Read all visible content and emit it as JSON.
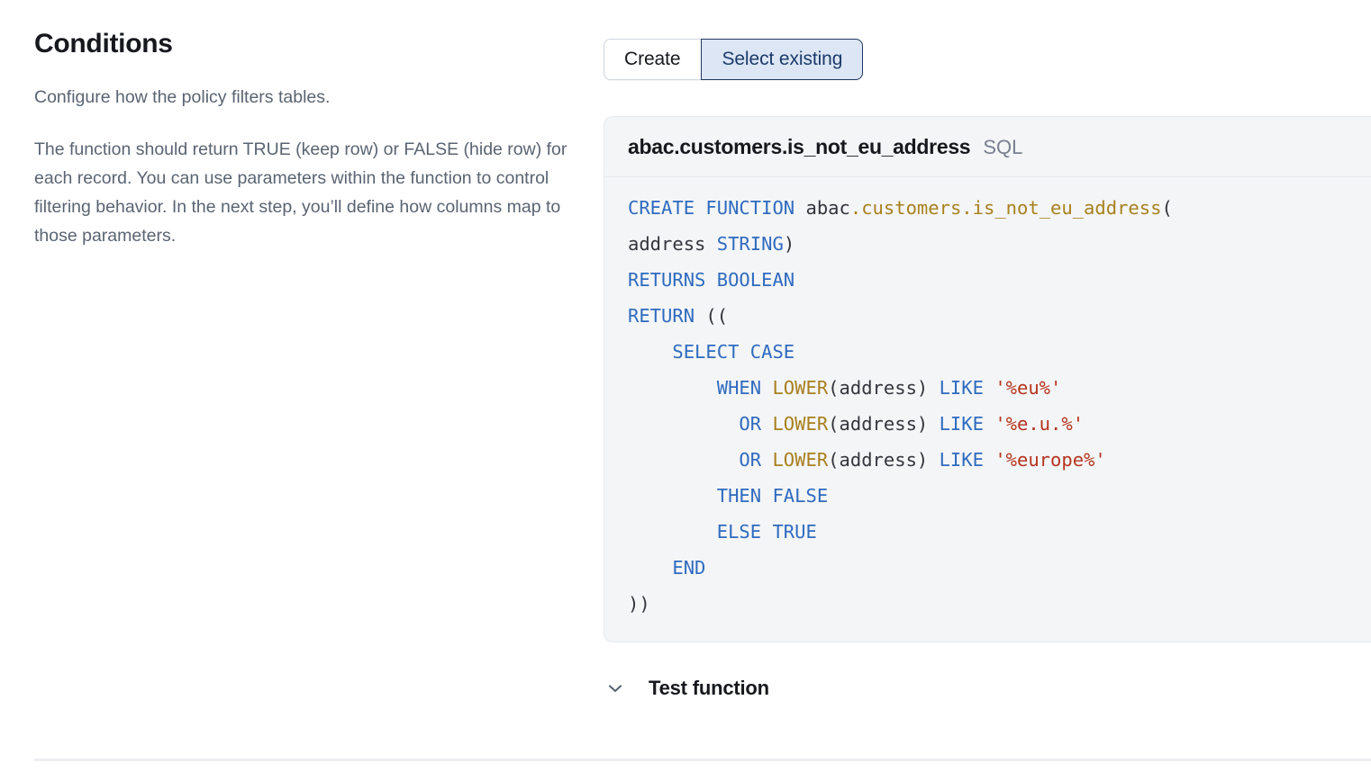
{
  "left": {
    "title": "Conditions",
    "lead": "Configure how the policy filters tables.",
    "body": "The function should return TRUE (keep row) or FALSE (hide row) for each record. You can use parameters within the function to control filtering behavior. In the next step, you’ll define how columns map to those parameters."
  },
  "toggle": {
    "options": [
      {
        "label": "Create",
        "selected": false
      },
      {
        "label": "Select existing",
        "selected": true
      }
    ]
  },
  "code_card": {
    "function_name": "abac.customers.is_not_eu_address",
    "language": "SQL",
    "lines": [
      [
        {
          "t": "CREATE FUNCTION ",
          "c": "kw"
        },
        {
          "t": "abac",
          "c": "id"
        },
        {
          "t": ".",
          "c": "fn"
        },
        {
          "t": "customers",
          "c": "fn"
        },
        {
          "t": ".",
          "c": "fn"
        },
        {
          "t": "is_not_eu_address",
          "c": "fn"
        },
        {
          "t": "(",
          "c": "punc"
        }
      ],
      [
        {
          "t": "address ",
          "c": "id"
        },
        {
          "t": "STRING",
          "c": "kw"
        },
        {
          "t": ")",
          "c": "punc"
        }
      ],
      [
        {
          "t": "RETURNS BOOLEAN",
          "c": "kw"
        }
      ],
      [
        {
          "t": "RETURN",
          "c": "kw"
        },
        {
          "t": " ((",
          "c": "punc"
        }
      ],
      [
        {
          "t": "    SELECT CASE",
          "c": "kw"
        }
      ],
      [
        {
          "t": "        WHEN ",
          "c": "kw"
        },
        {
          "t": "LOWER",
          "c": "fn"
        },
        {
          "t": "(address) ",
          "c": "id"
        },
        {
          "t": "LIKE ",
          "c": "kw"
        },
        {
          "t": "'%eu%'",
          "c": "str"
        }
      ],
      [
        {
          "t": "          OR ",
          "c": "kw"
        },
        {
          "t": "LOWER",
          "c": "fn"
        },
        {
          "t": "(address) ",
          "c": "id"
        },
        {
          "t": "LIKE ",
          "c": "kw"
        },
        {
          "t": "'%e.u.%'",
          "c": "str"
        }
      ],
      [
        {
          "t": "          OR ",
          "c": "kw"
        },
        {
          "t": "LOWER",
          "c": "fn"
        },
        {
          "t": "(address) ",
          "c": "id"
        },
        {
          "t": "LIKE ",
          "c": "kw"
        },
        {
          "t": "'%europe%'",
          "c": "str"
        }
      ],
      [
        {
          "t": "        THEN FALSE",
          "c": "kw"
        }
      ],
      [
        {
          "t": "        ELSE TRUE",
          "c": "kw"
        }
      ],
      [
        {
          "t": "    END",
          "c": "kw"
        }
      ],
      [
        {
          "t": "))",
          "c": "punc"
        }
      ]
    ]
  },
  "test_section": {
    "label": "Test function",
    "chevron_icon": "chevron-down-icon",
    "expanded": false
  },
  "colors": {
    "accent_selected_bg": "#dce6f4",
    "accent_selected_border": "#1f3864",
    "accent_selected_text": "#1b3a6b",
    "code_panel_bg": "#f4f5f7",
    "keyword": "#2f6bbf",
    "function": "#a8801d",
    "string": "#b5341d",
    "identifier": "#32353c",
    "muted_text": "#5a6472"
  }
}
